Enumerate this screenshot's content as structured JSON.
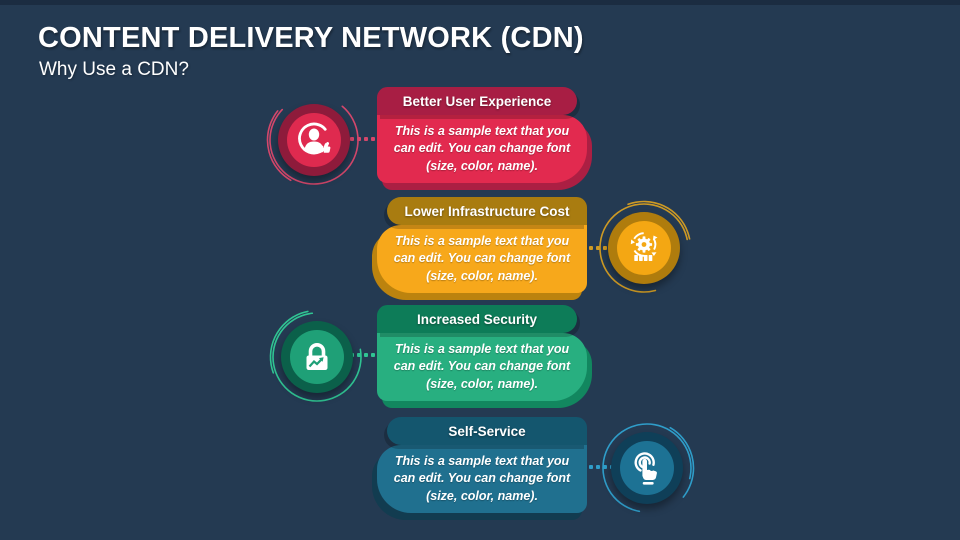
{
  "slide": {
    "title": "CONTENT DELIVERY NETWORK (CDN)",
    "subtitle": "Why Use a CDN?",
    "background_color": "#243A52",
    "text_color": "#FFFFFF"
  },
  "cards": [
    {
      "title": "Better User Experience",
      "body": "This is a sample text that you can edit. You can change font (size, color, name).",
      "icon": "user-thumbs-up-icon",
      "side": "left",
      "colors": {
        "header": "#A81E44",
        "body": "#E22A4F",
        "shadow": "#AB1F43",
        "icon_outer": "#8E1B3B",
        "icon_inner": "#DF2A4F",
        "accent": "#D4476B"
      }
    },
    {
      "title": "Lower Infrastructure Cost",
      "body": "This is a sample text that you can edit. You can change font (size, color, name).",
      "icon": "gear-sync-icon",
      "side": "right",
      "colors": {
        "header": "#A97C10",
        "body": "#F7A81B",
        "shadow": "#BC830E",
        "icon_outer": "#AF7C0D",
        "icon_inner": "#F4A713",
        "accent": "#CE9A24"
      }
    },
    {
      "title": "Increased Security",
      "body": "This is a sample text that you can edit. You can change font (size, color, name).",
      "icon": "lock-chart-icon",
      "side": "left",
      "colors": {
        "header": "#0D7C58",
        "body": "#28AF80",
        "shadow": "#12875F",
        "icon_outer": "#0B604A",
        "icon_inner": "#1FA077",
        "accent": "#30C493"
      }
    },
    {
      "title": "Self-Service",
      "body": "This is a sample text that you can edit. You can change font (size, color, name).",
      "icon": "touch-icon",
      "side": "right",
      "colors": {
        "header": "#14566E",
        "body": "#20708F",
        "shadow": "#123C50",
        "icon_outer": "#0F3F58",
        "icon_inner": "#1D7294",
        "accent": "#2F9DC9"
      }
    }
  ]
}
